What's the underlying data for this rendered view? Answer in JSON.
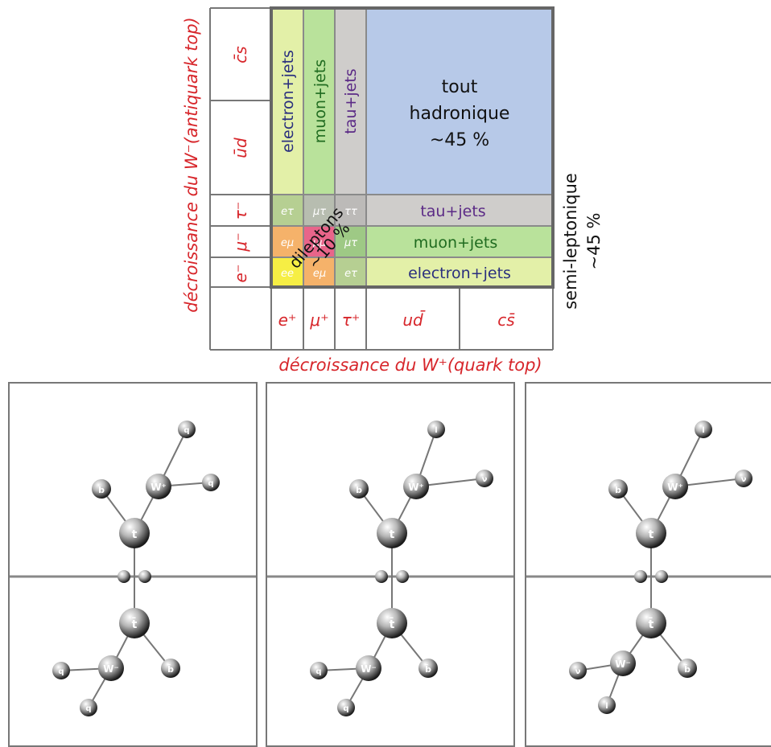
{
  "axes": {
    "left_label": "décroissance du W⁻(antiquark top)",
    "bottom_label": "décroissance du W⁺(quark top)",
    "right_label": "semi-leptonique",
    "right_value": "~45 %"
  },
  "row_labels": [
    "c̄s",
    "ūd",
    "τ⁻",
    "μ⁻",
    "e⁻"
  ],
  "col_labels": [
    "e⁺",
    "μ⁺",
    "τ⁺",
    "ud̄",
    "cs̄"
  ],
  "cells": {
    "hadronic_line1": "tout",
    "hadronic_line2": "hadronique",
    "hadronic_value": "~45 %",
    "electron_jets_vertical": "electron+jets",
    "muon_jets_vertical": "muon+jets",
    "tau_jets_vertical": "tau+jets",
    "tau_jets_horizontal": "tau+jets",
    "muon_jets_horizontal": "muon+jets",
    "electron_jets_horizontal": "electron+jets",
    "etau_row": "eτ",
    "mutau_row": "μτ",
    "tautau": "ττ",
    "emu_row": "eμ",
    "mumu": "μμ",
    "mutau_col": "μτ",
    "ee": "ee",
    "emu_col": "eμ",
    "etau_col": "eτ",
    "dileptons_label": "dileptons",
    "dileptons_value": "~10 %"
  },
  "colors": {
    "hadronic": "#b7c9e8",
    "electron": "#e3f0a8",
    "muon": "#b9e29b",
    "tau": "#cfcdcb",
    "yellow": "#f6ee44",
    "orange": "#f5b26a",
    "pink": "#e8658a",
    "axis_red": "#d7262b",
    "grid": "#777777"
  },
  "panels": [
    {
      "top_label": "t",
      "w_top": "W⁺",
      "b_top": "b",
      "top_products": [
        "q",
        "q"
      ],
      "bottom_label": "t̄",
      "w_bottom": "W⁻",
      "b_bottom": "b̄",
      "bottom_products": [
        "q",
        "q"
      ]
    },
    {
      "top_label": "t",
      "w_top": "W⁺",
      "b_top": "b",
      "top_products": [
        "l",
        "ν"
      ],
      "bottom_label": "t̄",
      "w_bottom": "W⁻",
      "b_bottom": "b̄",
      "bottom_products": [
        "q",
        "q"
      ]
    },
    {
      "top_label": "t",
      "w_top": "W⁺",
      "b_top": "b",
      "top_products": [
        "l",
        "ν"
      ],
      "bottom_label": "t̄",
      "w_bottom": "W⁻",
      "b_bottom": "b̄",
      "bottom_products": [
        "ν",
        "l"
      ]
    }
  ]
}
